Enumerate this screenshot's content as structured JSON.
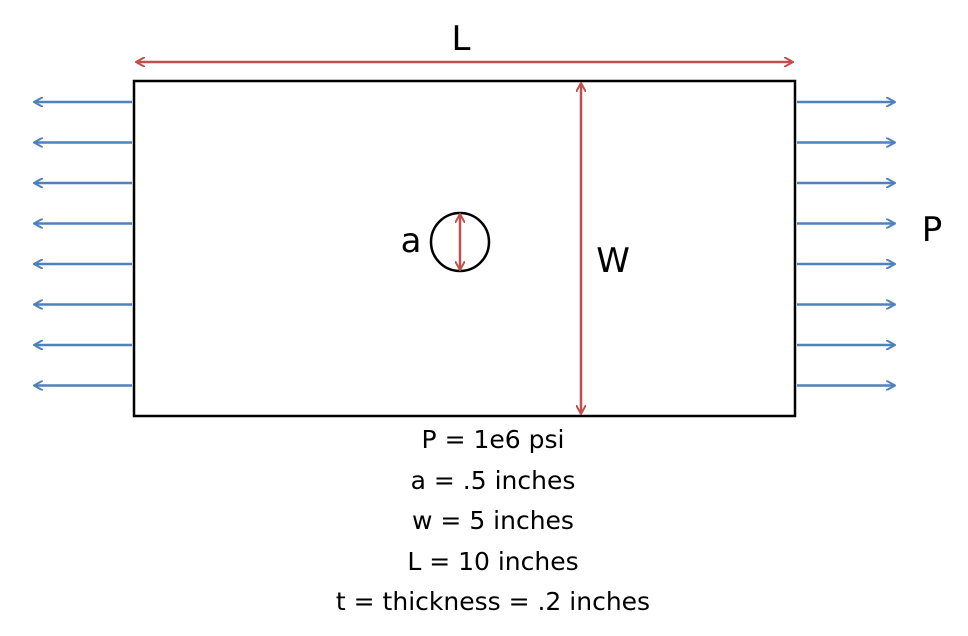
{
  "labels": {
    "length": "L",
    "width": "W",
    "hole": "a",
    "load": "P"
  },
  "parameters": [
    "P = 1e6 psi",
    "a = .5 inches",
    "w = 5 inches",
    "L = 10 inches",
    "t = thickness = .2 inches"
  ],
  "colors": {
    "load_arrows": "#4f81bd",
    "dimension_arrows": "#c0504d",
    "outline": "#000000"
  },
  "load_arrow_count_per_side": 8
}
